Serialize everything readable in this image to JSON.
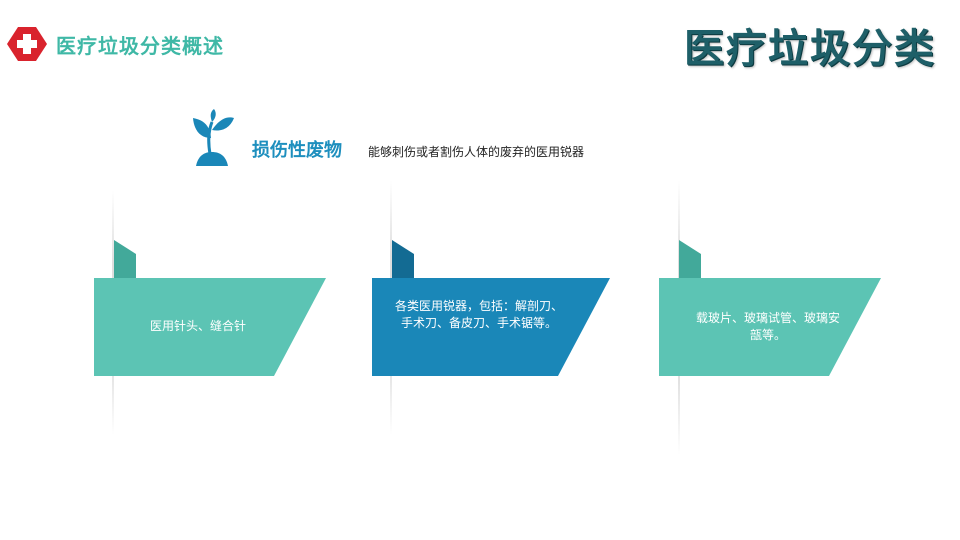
{
  "header": {
    "title": "医疗垃圾分类概述",
    "brand_title": "医疗垃圾分类"
  },
  "category": {
    "title": "损伤性废物",
    "description": "能够刺伤或者割伤人体的废弃的医用锐器"
  },
  "cards": [
    {
      "text": "医用针头、缝合针",
      "color": "#5cc4b4"
    },
    {
      "text": "各类医用锐器，包括：解剖刀、手术刀、备皮刀、手术锯等。",
      "color": "#1a87b8"
    },
    {
      "text": "载玻片、玻璃试管、玻璃安瓿等。",
      "color": "#5cc4b4"
    }
  ],
  "colors": {
    "teal": "#5cc4b4",
    "blue": "#1a87b8",
    "logo_red": "#d9232d",
    "brand_dark": "#1e5f68"
  },
  "icons": {
    "logo": "medical-cross-logo-icon",
    "plant": "sprout-icon"
  }
}
